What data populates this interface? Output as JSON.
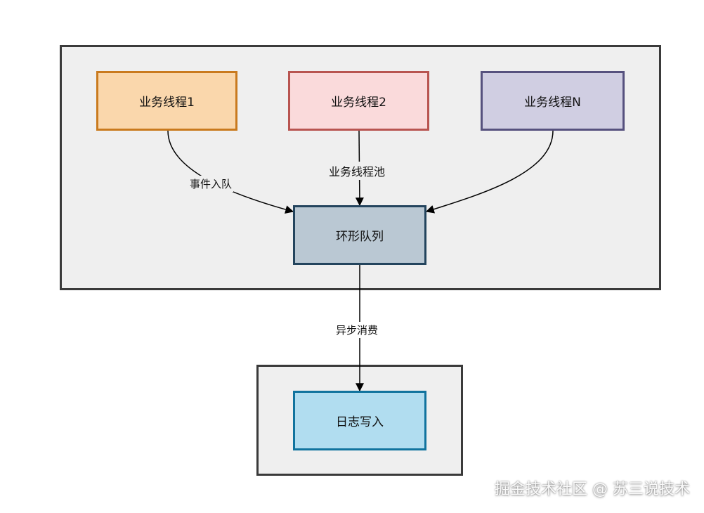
{
  "nodes": {
    "thread_1": "业务线程1",
    "thread_2": "业务线程2",
    "thread_n": "业务线程N",
    "ring_queue": "环形队列",
    "log_write": "日志写入"
  },
  "edge_labels": {
    "enqueue": "事件入队",
    "thread_pool": "业务线程池",
    "async_consume": "异步消费"
  },
  "watermark": "掘金技术社区 @ 苏三说技术",
  "colors": {
    "thread_1_fill": "#fad7ac",
    "thread_1_border": "#c97a1e",
    "thread_2_fill": "#fadadb",
    "thread_2_border": "#b85450",
    "thread_n_fill": "#d0cee2",
    "thread_n_border": "#56517e",
    "ring_queue_fill": "#bac8d3",
    "ring_queue_border": "#23445d",
    "log_write_fill": "#b1ddf0",
    "log_write_border": "#10739e",
    "container_fill": "#efefef",
    "container_border": "#3a3a3a"
  }
}
